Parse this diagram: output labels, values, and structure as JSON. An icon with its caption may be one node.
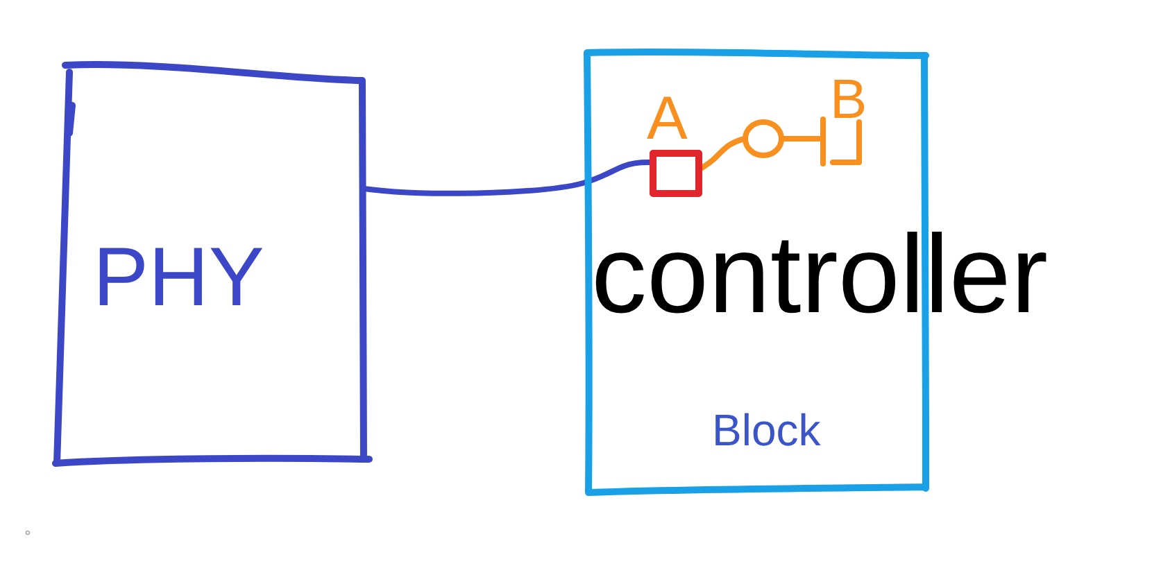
{
  "diagram": {
    "nodes": [
      {
        "text": [
          "PHY"
        ]
      },
      {
        "text": [
          "controller",
          "Block"
        ]
      },
      {
        "text": [],
        "shape": "box",
        "in": 1,
        "beside": [
          "A"
        ]
      },
      {
        "text": [],
        "shape": "circle",
        "in": 1
      },
      {
        "text": [],
        "shape": "bracket",
        "in": 1,
        "beside": [
          "B"
        ]
      }
    ],
    "edges": [
      {
        "from": 0,
        "to": 2,
        "arrow": "none",
        "color": "#3b47c6"
      },
      {
        "from": 2,
        "to": 3,
        "arrow": "none"
      },
      {
        "from": 3,
        "to": 4,
        "arrow": "none"
      }
    ],
    "labels": [
      "。"
    ]
  }
}
